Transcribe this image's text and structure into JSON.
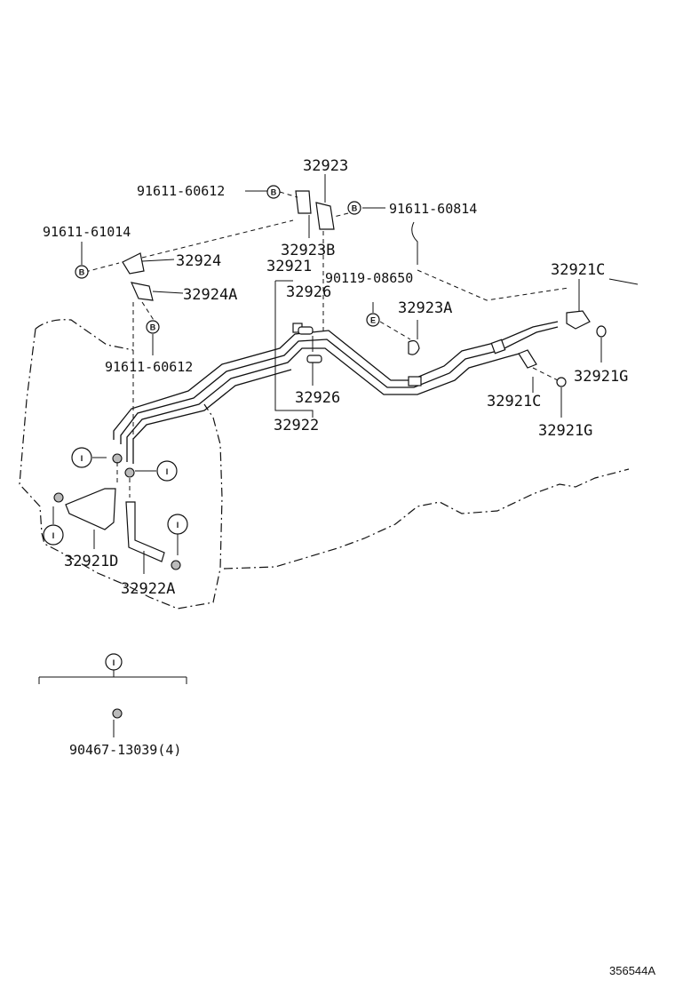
{
  "callouts": {
    "p32923": "32923",
    "p91611_60612_top": "91611-60612",
    "p91611_60814": "91611-60814",
    "p91611_61014": "91611-61014",
    "p32923B": "32923B",
    "p32924": "32924",
    "p32921": "32921",
    "p90119_08650": "90119-08650",
    "p32921C_top": "32921C",
    "p32924A": "32924A",
    "p32926_top": "32926",
    "p32923A": "32923A",
    "p91611_60612_mid": "91611-60612",
    "p32921G_right": "32921G",
    "p32926_bottom": "32926",
    "p32921C_bottom": "32921C",
    "p32922": "32922",
    "p32921G_bottom": "32921G",
    "p32921D": "32921D",
    "p32922A": "32922A",
    "p90467_13039": "90467-13039(4)"
  },
  "markers": {
    "b": "B",
    "e": "E",
    "i": "I"
  },
  "illustration_id": "356544A"
}
